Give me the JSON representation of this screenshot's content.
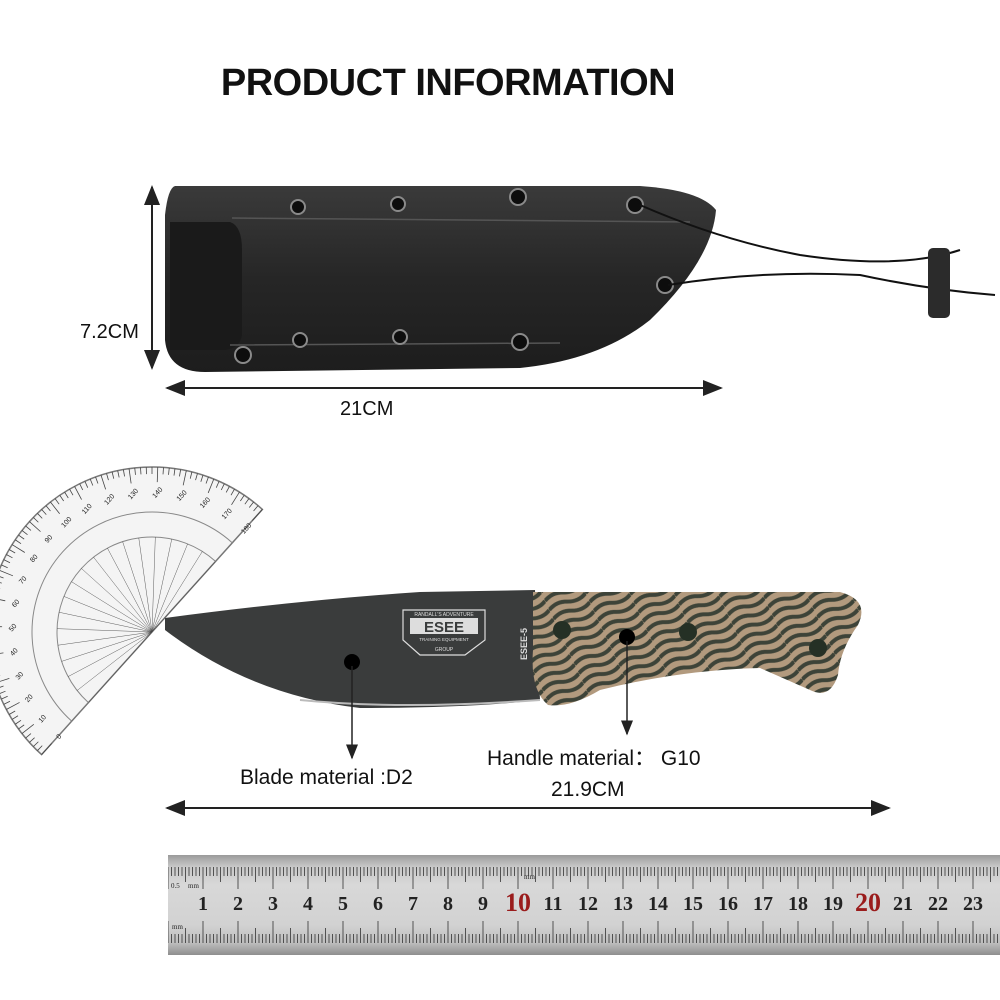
{
  "title": "PRODUCT INFORMATION",
  "sheath": {
    "height_label": "7.2CM",
    "length_label": "21CM"
  },
  "knife": {
    "blade_label": "Blade material :D2",
    "handle_label": "Handle material： G10",
    "length_label": "21.9CM",
    "logo": {
      "top": "RANDALL'S ADVENTURE",
      "main": "ESEE",
      "bottom": "TRAINING EQUIPMENT",
      "group": "GROUP"
    },
    "model": "ESEE-5"
  },
  "protractor": {
    "outer_marks": [
      "0",
      "10",
      "20",
      "30",
      "40",
      "50",
      "60",
      "70",
      "80",
      "90",
      "100",
      "110",
      "120",
      "130",
      "140",
      "150",
      "160",
      "170",
      "180"
    ]
  },
  "ruler": {
    "unit": "mm",
    "half_mm": "0.5",
    "numbers": [
      "1",
      "2",
      "3",
      "4",
      "5",
      "6",
      "7",
      "8",
      "9",
      "10",
      "11",
      "12",
      "13",
      "14",
      "15",
      "16",
      "17",
      "18",
      "19",
      "20",
      "21",
      "22",
      "23",
      "2"
    ],
    "highlight_color": "#9a1c1c"
  },
  "colors": {
    "sheath": "#2a2a2a",
    "blade": "#3a3c3c",
    "handle_light": "#b29a7e",
    "handle_dark": "#3d4338"
  }
}
